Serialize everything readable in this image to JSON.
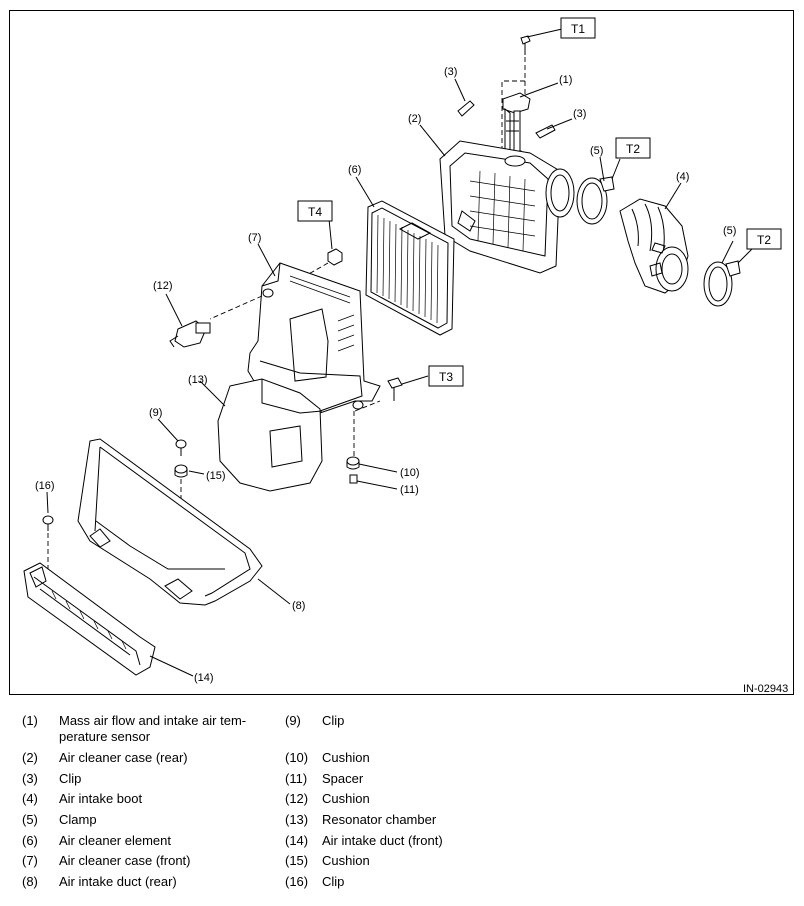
{
  "figure_id": "IN-02943",
  "callouts": {
    "c1": "(1)",
    "c2": "(2)",
    "c3a": "(3)",
    "c3b": "(3)",
    "c4": "(4)",
    "c5a": "(5)",
    "c5b": "(5)",
    "c6": "(6)",
    "c7": "(7)",
    "c8": "(8)",
    "c9": "(9)",
    "c10": "(10)",
    "c11": "(11)",
    "c12": "(12)",
    "c13": "(13)",
    "c14": "(14)",
    "c15": "(15)",
    "c16": "(16)"
  },
  "torque_labels": {
    "t1": "T1",
    "t2a": "T2",
    "t2b": "T2",
    "t3": "T3",
    "t4": "T4"
  },
  "legend": [
    {
      "num": "(1)",
      "name": "Mass air flow and intake air tem-perature sensor"
    },
    {
      "num": "(2)",
      "name": "Air cleaner case (rear)"
    },
    {
      "num": "(3)",
      "name": "Clip"
    },
    {
      "num": "(4)",
      "name": "Air intake boot"
    },
    {
      "num": "(5)",
      "name": "Clamp"
    },
    {
      "num": "(6)",
      "name": "Air cleaner element"
    },
    {
      "num": "(7)",
      "name": "Air cleaner case (front)"
    },
    {
      "num": "(8)",
      "name": "Air intake duct (rear)"
    },
    {
      "num": "(9)",
      "name": "Clip"
    },
    {
      "num": "(10)",
      "name": "Cushion"
    },
    {
      "num": "(11)",
      "name": "Spacer"
    },
    {
      "num": "(12)",
      "name": "Cushion"
    },
    {
      "num": "(13)",
      "name": "Resonator chamber"
    },
    {
      "num": "(14)",
      "name": "Air intake duct (front)"
    },
    {
      "num": "(15)",
      "name": "Cushion"
    },
    {
      "num": "(16)",
      "name": "Clip"
    }
  ]
}
